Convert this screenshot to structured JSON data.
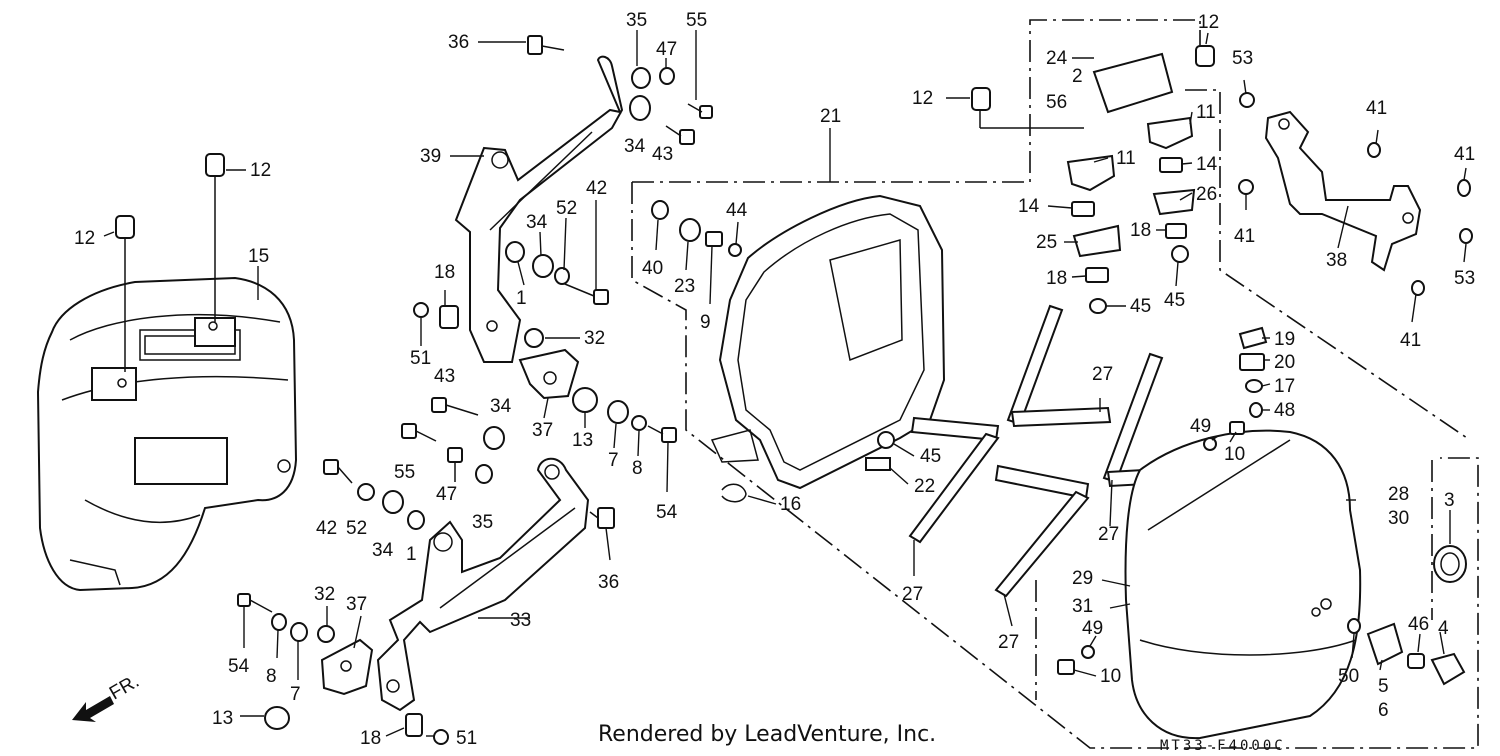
{
  "callouts": [
    "1",
    "2",
    "3",
    "4",
    "5",
    "6",
    "7",
    "8",
    "9",
    "10",
    "11",
    "12",
    "13",
    "14",
    "15",
    "16",
    "17",
    "18",
    "19",
    "20",
    "21",
    "22",
    "23",
    "24",
    "25",
    "26",
    "27",
    "28",
    "29",
    "30",
    "31",
    "32",
    "33",
    "34",
    "35",
    "36",
    "37",
    "38",
    "39",
    "40",
    "41",
    "42",
    "43",
    "44",
    "45",
    "46",
    "47",
    "48",
    "49",
    "50",
    "51",
    "52",
    "53",
    "54",
    "55",
    "56"
  ],
  "front_indicator": "FR.",
  "credit": "Rendered by LeadVenture, Inc.",
  "diagram_code": "MT33-F4000C"
}
